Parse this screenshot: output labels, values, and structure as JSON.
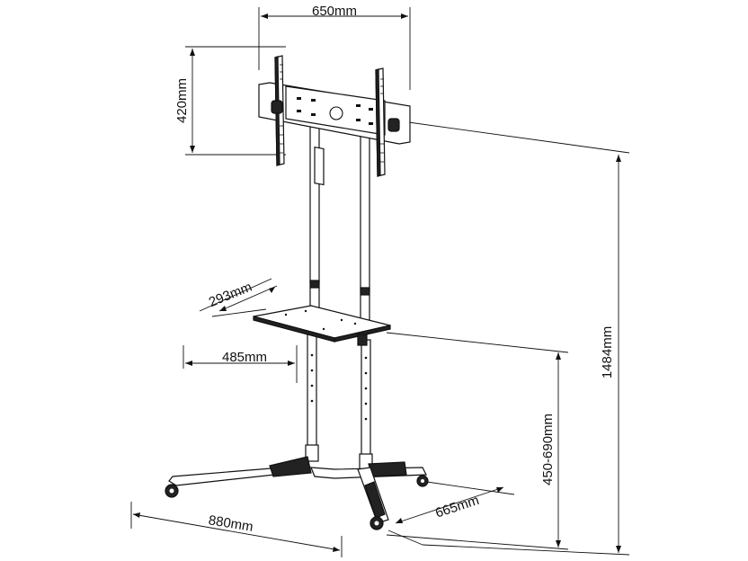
{
  "dimensions": {
    "vesa_width": "650mm",
    "vesa_height": "420mm",
    "shelf_depth": "293mm",
    "shelf_width": "485mm",
    "base_width": "880mm",
    "base_depth": "665mm",
    "shelf_height": "450-690mm",
    "total_height": "1484mm"
  }
}
